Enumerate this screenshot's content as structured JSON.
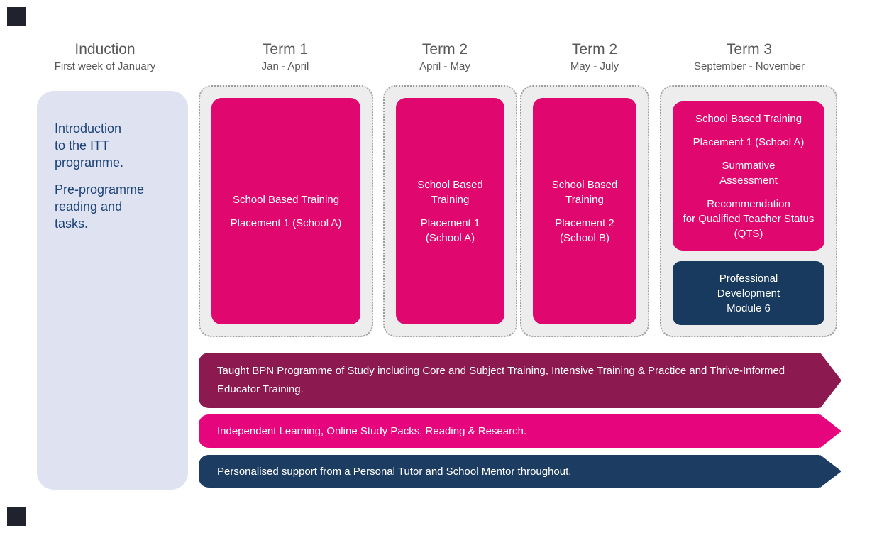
{
  "colors": {
    "pink_box": "#e0086f",
    "navy_box": "#173a5e",
    "lavender_box": "#dfe2f0",
    "banner_maroon": "#8c1a50",
    "banner_pink": "#e7057e",
    "banner_navy": "#1c3d61",
    "header_text": "#58595b",
    "induction_text": "#1b4377"
  },
  "columns": [
    {
      "title": "Induction",
      "subtitle": "First week of January"
    },
    {
      "title": "Term 1",
      "subtitle": "Jan - April"
    },
    {
      "title": "Term 2",
      "subtitle": "April - May"
    },
    {
      "title": "Term 2",
      "subtitle": "May - July"
    },
    {
      "title": "Term 3",
      "subtitle": "September - November"
    }
  ],
  "induction": {
    "lines": [
      "Introduction",
      "to the ITT",
      "programme.",
      "",
      "Pre-programme",
      "reading and",
      "tasks."
    ]
  },
  "terms": [
    {
      "box_lines": [
        "School Based Training",
        "",
        "Placement 1 (School A)"
      ]
    },
    {
      "box_lines": [
        "School Based",
        "Training",
        "",
        "Placement 1",
        "(School A)"
      ]
    },
    {
      "box_lines": [
        "School Based",
        "Training",
        "",
        "Placement 2",
        "(School B)"
      ]
    },
    {
      "pink_lines": [
        "School Based Training",
        "",
        "Placement 1 (School A)",
        "",
        "Summative",
        "Assessment",
        "",
        "Recommendation",
        "for Qualified Teacher Status",
        "(QTS)"
      ],
      "navy_lines": [
        "Professional",
        "Development",
        "Module 6"
      ]
    }
  ],
  "banners": [
    {
      "text": "Taught BPN Programme of Study including Core and Subject Training, Intensive Training & Practice and Thrive-Informed Educator Training.",
      "color": "#8c1a50"
    },
    {
      "text": "Independent Learning, Online Study Packs, Reading & Research.",
      "color": "#e7057e"
    },
    {
      "text": "Personalised support from a Personal Tutor and School Mentor throughout.",
      "color": "#1c3d61"
    }
  ]
}
